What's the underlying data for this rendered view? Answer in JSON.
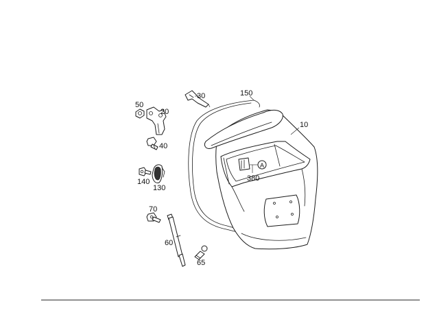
{
  "callouts": [
    {
      "id": "c10",
      "text": "10"
    },
    {
      "id": "c20",
      "text": "20"
    },
    {
      "id": "c30",
      "text": "30"
    },
    {
      "id": "c40",
      "text": "40"
    },
    {
      "id": "c50",
      "text": "50"
    },
    {
      "id": "c60",
      "text": "60"
    },
    {
      "id": "c65",
      "text": "65"
    },
    {
      "id": "c70",
      "text": "70"
    },
    {
      "id": "c130",
      "text": "130"
    },
    {
      "id": "c140",
      "text": "140"
    },
    {
      "id": "c150",
      "text": "150"
    },
    {
      "id": "c380",
      "text": "380"
    }
  ],
  "detail_marker": "A",
  "icons": {
    "tailgate": "tailgate-panel-drawing",
    "seal": "door-seal-drawing",
    "hinge": "hinge-bracket-drawing",
    "bolt": "bolt-drawing",
    "nut": "nut-drawing",
    "strut": "gas-strut-drawing",
    "ball_stud": "ball-stud-drawing",
    "clip": "clip-drawing",
    "emblem": "emblem-drawing",
    "bracket": "bracket-drawing",
    "switch": "switch-drawing"
  }
}
